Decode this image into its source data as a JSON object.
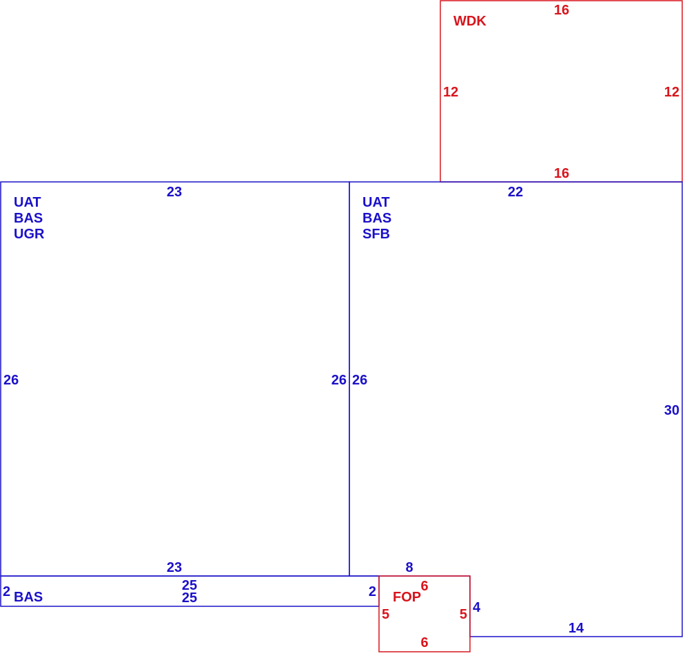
{
  "colors": {
    "primary": "#1a10c8",
    "accent": "#d8141c"
  },
  "areas": {
    "wdk": {
      "code": "WDK",
      "dims": {
        "top": "16",
        "bottom": "16",
        "left": "12",
        "right": "12"
      }
    },
    "left_room": {
      "codes": [
        "UAT",
        "BAS",
        "UGR"
      ],
      "dims": {
        "top": "23",
        "bottom": "23",
        "left": "26",
        "right": "26"
      }
    },
    "right_room": {
      "codes": [
        "UAT",
        "BAS",
        "SFB"
      ],
      "dims": {
        "top": "22",
        "left": "26",
        "right": "30",
        "inner_top": "8",
        "step": "4",
        "bottom": "14"
      }
    },
    "strip": {
      "code": "BAS",
      "dims": {
        "top": "25",
        "bottom": "25",
        "left": "2",
        "right": "2"
      }
    },
    "fop": {
      "code": "FOP",
      "dims": {
        "top": "6",
        "bottom": "6",
        "left": "5",
        "right": "5"
      }
    }
  }
}
